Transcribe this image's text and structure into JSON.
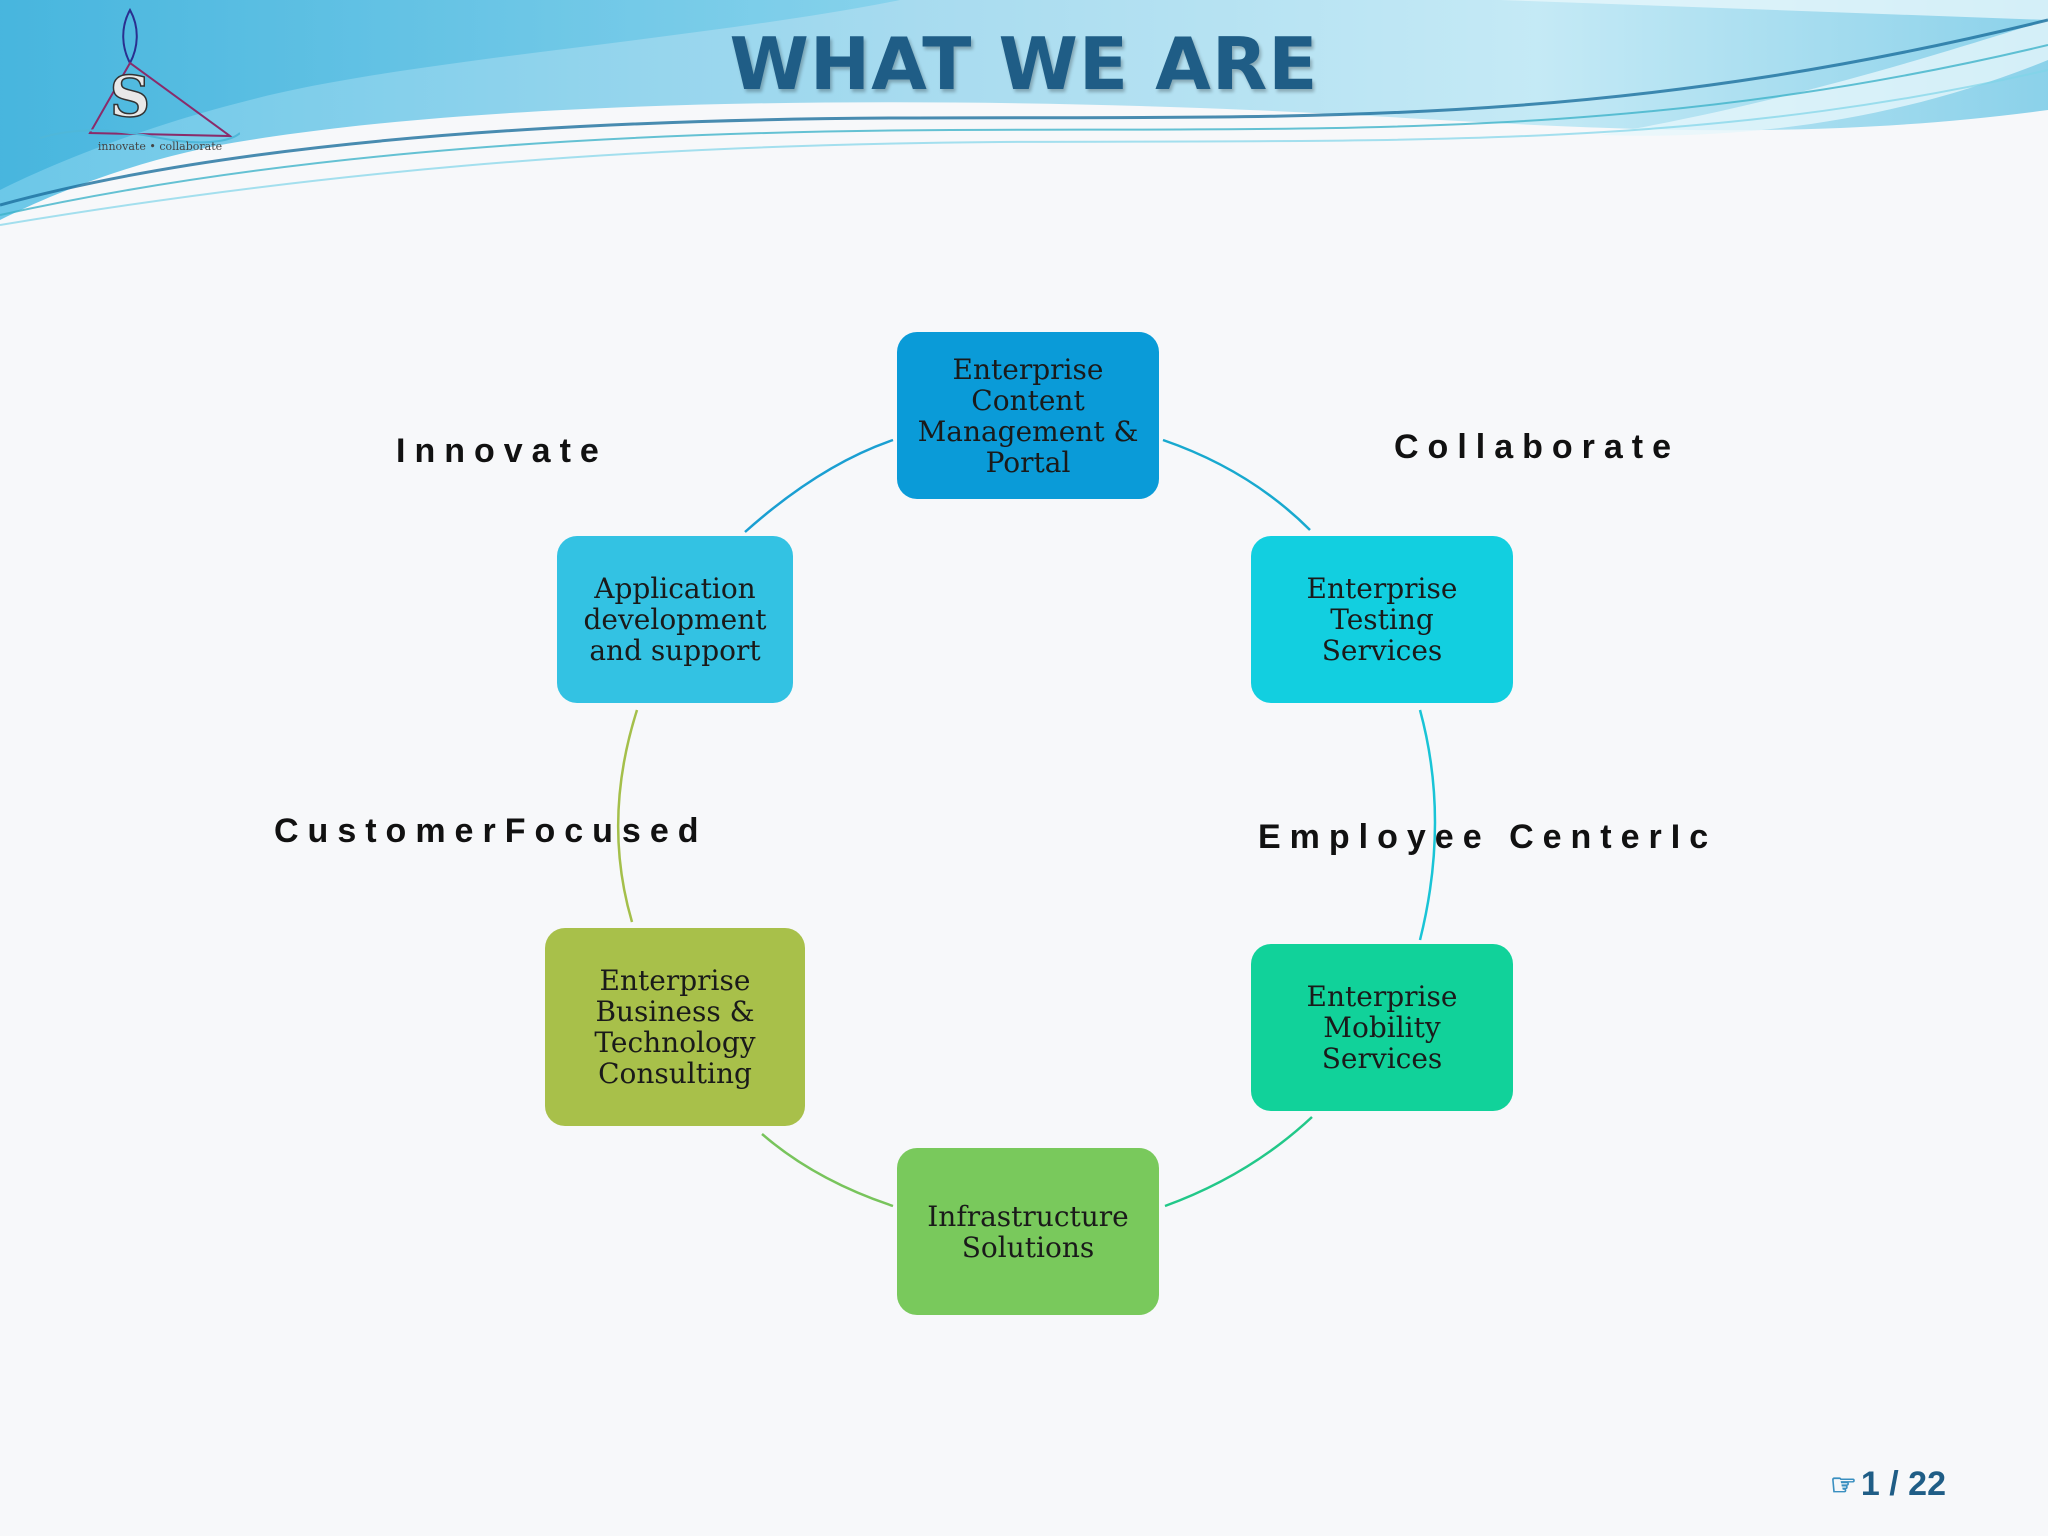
{
  "slide": {
    "title": "WHAT WE ARE",
    "page_number": "1 / 22",
    "logo_letter": "S",
    "logo_tagline": "innovate • collaborate"
  },
  "diagram": {
    "nodes": [
      {
        "id": "ecm",
        "label": "Enterprise\nContent\nManagement &\nPortal",
        "color": "#0a9bd8"
      },
      {
        "id": "testing",
        "label": "Enterprise Testing\nServices",
        "color": "#12cfe0"
      },
      {
        "id": "mobility",
        "label": "Enterprise\nMobility Services",
        "color": "#11d29a"
      },
      {
        "id": "infra",
        "label": "Infrastructure\nSolutions",
        "color": "#79c95c"
      },
      {
        "id": "consulting",
        "label": "Enterprise\nBusiness &\nTechnology\nConsulting",
        "color": "#a8c04a"
      },
      {
        "id": "appdev",
        "label": "Application\ndevelopment\nand  support",
        "color": "#33c2e3"
      }
    ],
    "labels": {
      "innovate": "Innovate",
      "collaborate": "Collaborate",
      "customer": "CustomerFocused",
      "employee": "Employee CenterIc"
    }
  }
}
